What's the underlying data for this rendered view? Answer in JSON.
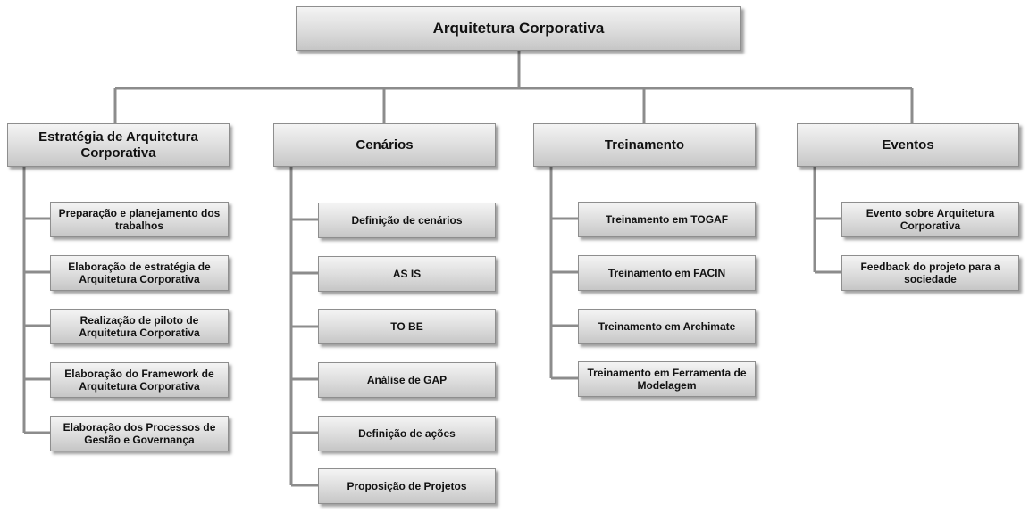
{
  "root": {
    "label": "Arquitetura Corporativa"
  },
  "branches": [
    {
      "label": "Estratégia de Arquitetura Corporativa",
      "items": [
        "Preparação e planejamento dos trabalhos",
        "Elaboração de estratégia de Arquitetura Corporativa",
        "Realização de piloto de Arquitetura Corporativa",
        "Elaboração do Framework de Arquitetura Corporativa",
        "Elaboração dos Processos de Gestão e Governança"
      ]
    },
    {
      "label": "Cenários",
      "items": [
        "Definição de cenários",
        "AS IS",
        "TO BE",
        "Análise de GAP",
        "Definição de ações",
        "Proposição de Projetos"
      ]
    },
    {
      "label": "Treinamento",
      "items": [
        "Treinamento em TOGAF",
        "Treinamento em FACIN",
        "Treinamento em Archimate",
        "Treinamento em Ferramenta de Modelagem"
      ]
    },
    {
      "label": "Eventos",
      "items": [
        "Evento sobre Arquitetura Corporativa",
        "Feedback do projeto para a sociedade"
      ]
    }
  ]
}
